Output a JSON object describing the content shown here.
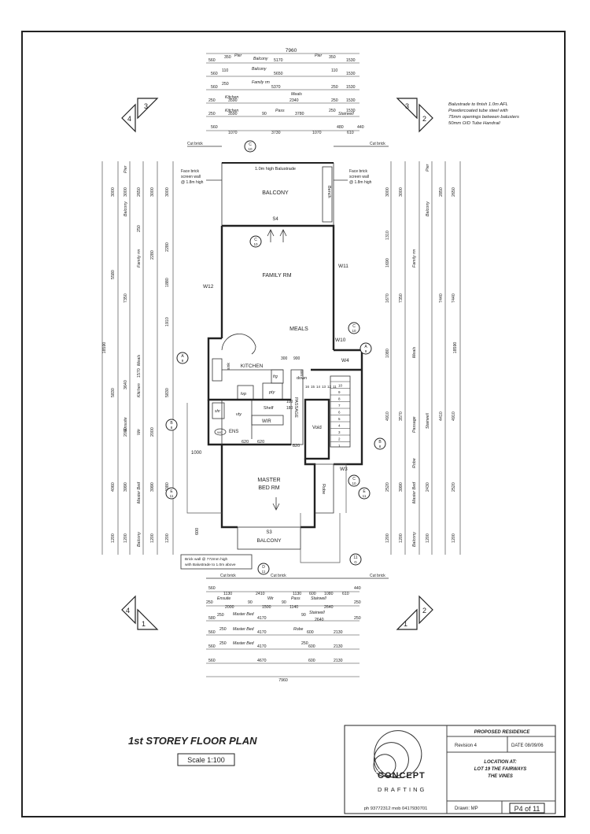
{
  "plan_title": "1st STOREY FLOOR PLAN",
  "scale": "Scale 1:100",
  "balustrade_note": [
    "Balustrade to finish 1.0m AFL",
    "Powdercoated tube steel with",
    "75mm openings between balusters",
    "50mm O/D Tube Handrail"
  ],
  "top_dims": {
    "overall": "7960",
    "row1": [
      "560",
      "350",
      "Pier",
      "Balcony",
      "5170",
      "Pier",
      "350",
      "1530"
    ],
    "row2": [
      "560",
      "110",
      "Balcony",
      "5650",
      "110",
      "1530"
    ],
    "row3": [
      "560",
      "250",
      "Family rm",
      "5370",
      "250",
      "1530"
    ],
    "row4": [
      "250",
      "Kitchen",
      "3590",
      "Meals",
      "2340",
      "250",
      "1530"
    ],
    "row5": [
      "250",
      "Kitchen",
      "3590",
      "90",
      "Pass",
      "3780",
      "250",
      "Stairwell",
      "1530"
    ],
    "row6": [
      "560",
      "1070",
      "3730",
      "1070",
      "480",
      "610",
      "440"
    ]
  },
  "bottom_dims": {
    "overall": "7960",
    "row1": [
      "560",
      "1130",
      "2410",
      "1130",
      "600",
      "1080",
      "610",
      "440"
    ],
    "row2": [
      "250",
      "Ensuite",
      "2000",
      "90",
      "Wir",
      "1500",
      "90",
      "Pass",
      "1140",
      "Stairwell",
      "2640",
      "250"
    ],
    "row3": [
      "580",
      "250",
      "Master Bed",
      "4170",
      "90",
      "Stairwell",
      "2640",
      "250"
    ],
    "row4": [
      "560",
      "250",
      "Master Bed",
      "4170",
      "Robe",
      "600",
      "2130"
    ],
    "row5": [
      "560",
      "250",
      "Master Bed",
      "4170",
      "250",
      "600",
      "2130"
    ],
    "row6": [
      "560",
      "4670",
      "600",
      "2130"
    ]
  },
  "left_dims": {
    "overall": "18590",
    "c1": [
      "1200",
      "4060",
      "5830",
      "5580",
      "3000"
    ],
    "c2": [
      "1200",
      "3990",
      "3640",
      "2000",
      "7350",
      "3000"
    ],
    "c3": [
      "Balcony",
      "Master Bed",
      "Kitchen",
      "Ensuite",
      "Wir",
      "Meals",
      "Family rm",
      "Balcony",
      "Pier"
    ],
    "c4": [
      "1200",
      "3990",
      "1570",
      "2000",
      "250",
      "2280",
      "2650",
      "3000"
    ],
    "c5": [
      "1200",
      "4080",
      "5830",
      "1910",
      "1880",
      "2280",
      "3000"
    ]
  },
  "right_dims": {
    "overall": "18590",
    "c1": [
      "1200",
      "2520",
      "4910",
      "1080",
      "1670",
      "1690",
      "1310",
      "3000"
    ],
    "c2": [
      "1200",
      "3990",
      "3570",
      "7350",
      "3000"
    ],
    "c3": [
      "Balcony",
      "Master Bed",
      "Robe",
      "Passage",
      "Meals",
      "Family rm",
      "Stairwell",
      "Balcony",
      "Pier"
    ],
    "c4": [
      "1200",
      "2430",
      "4410",
      "7440",
      "2850"
    ],
    "c5": [
      "1200",
      "2520",
      "4910",
      "7440",
      "2650"
    ]
  },
  "rooms": {
    "balcony_top": "BALCONY",
    "family": "FAMILY RM",
    "meals": "MEALS",
    "kitchen": "KITCHEN",
    "passage": "PASSAGE",
    "void": "Void",
    "master": "MASTER",
    "bed_rm": "BED RM",
    "balcony_bottom": "BALCONY",
    "ens": "ENS",
    "wir": "WIR",
    "shelf": "Shelf",
    "shr": "shr",
    "vty": "vty",
    "wc": "WC",
    "robe": "Robe",
    "bench": "Bench",
    "sink": "sink",
    "frg": "frg",
    "pty": "pty",
    "lvp": "lvp",
    "down": "down"
  },
  "labels": {
    "balustrade_top": "1.0m high Balustrade",
    "face_brick_left": [
      "Face brick",
      "screen wall",
      "@ 1.8m high"
    ],
    "face_brick_right": [
      "Face brick",
      "screen wall",
      "@ 1.8m high"
    ],
    "cut_brick": "Cut brick",
    "brick_wall_note": [
      "Brick wall @ 772mm high",
      "with Balustrade to 1.0m above"
    ],
    "s4": "S4",
    "s3": "S3",
    "w12": "W12",
    "w11": "W11",
    "w10": "W10",
    "w4": "W4",
    "w3": "W3",
    "d620a": "620",
    "d620b": "620",
    "d820": "820",
    "d1000": "1000",
    "d600": "600",
    "d300": "300",
    "d900": "900",
    "d580": "580",
    "d180": "180",
    "d100": "100",
    "stair_numbers": [
      "1",
      "2",
      "3",
      "4",
      "5",
      "6",
      "7",
      "8",
      "9",
      "10",
      "11",
      "12",
      "13",
      "14",
      "15",
      "16"
    ]
  },
  "section_markers": {
    "top_left_a": "3",
    "top_left_b": "4",
    "top_right_a": "3",
    "top_right_b": "2",
    "bottom_left_a": "4",
    "bottom_left_b": "1",
    "bottom_right_a": "1",
    "bottom_right_b": "2",
    "c10": "10",
    "c_letter": "C",
    "a9": "9",
    "a_letter": "A",
    "b8": "8",
    "b_letter": "B",
    "e11": "11",
    "e_letter": "E",
    "d11": "11",
    "d_letter": "D",
    "g11": "11",
    "g_letter": "G"
  },
  "title_block": {
    "proposed": "PROPOSED RESIDENCE",
    "revision": "Revision 4",
    "date": "DATE 08/09/06",
    "location_at": "LOCATION AT:",
    "lot": "LOT 19  THE FAIRWAYS",
    "vines": "THE VINES",
    "drawn": "Drawn: MP",
    "page": "P4 of 11",
    "logo_concept": "CONCEPT",
    "logo_drafting": "DRAFTING",
    "phone": "ph 93772312  mob 0417930701"
  }
}
